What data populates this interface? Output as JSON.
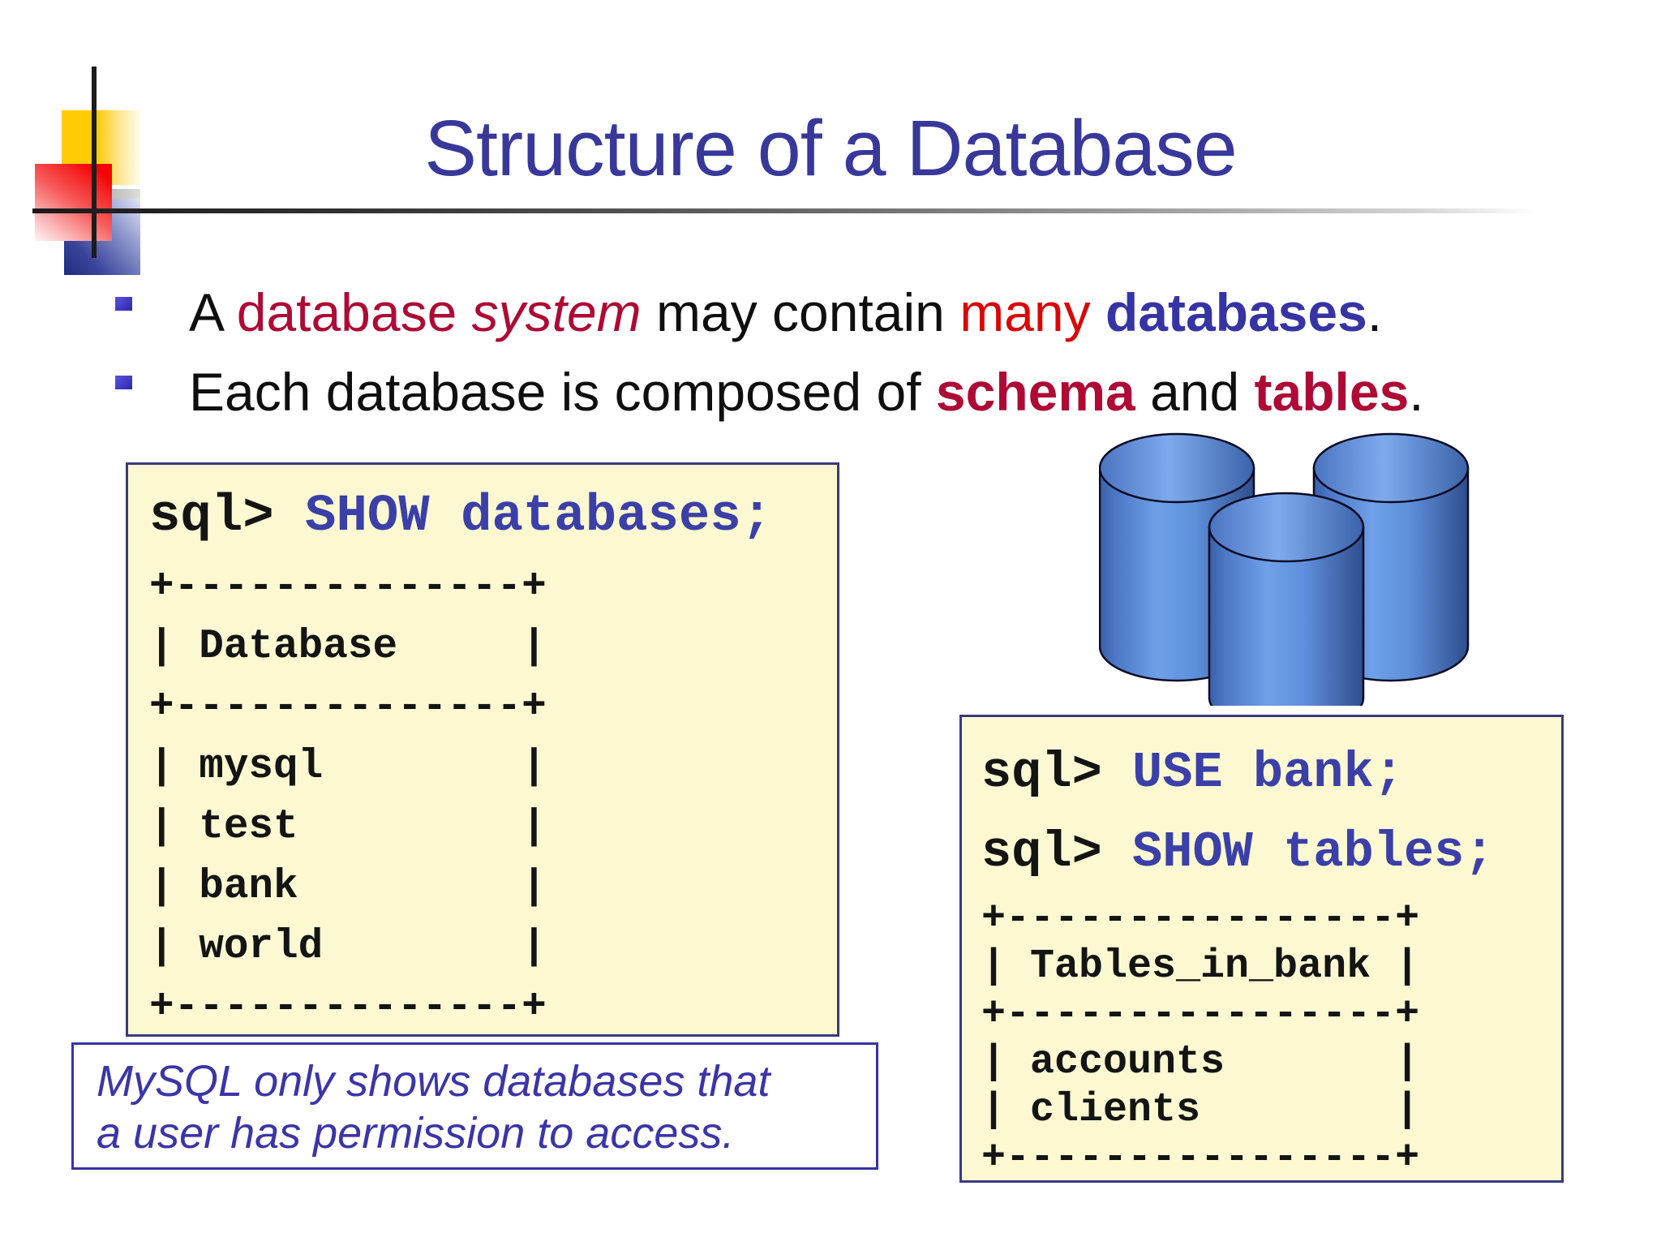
{
  "slide": {
    "title": "Structure of a Database"
  },
  "bullets": [
    {
      "parts": [
        "A ",
        "database ",
        "system",
        " may contain ",
        "many ",
        "databases",
        "."
      ]
    },
    {
      "parts": [
        "Each database is composed of ",
        "schema",
        " and ",
        "tables",
        "."
      ]
    }
  ],
  "left_box": {
    "prompt": "sql>",
    "command": " SHOW databases;",
    "ascii": [
      "+--------------+",
      "| Database     |",
      "+--------------+",
      "| mysql        |",
      "| test         |",
      "| bank         |",
      "| world        |",
      "+--------------+"
    ]
  },
  "right_box": {
    "prompt1": "sql>",
    "command1": " USE bank;",
    "prompt2": "sql>",
    "command2": " SHOW tables;",
    "ascii": [
      "+----------------+",
      "| Tables_in_bank |",
      "+----------------+",
      "| accounts       |",
      "| clients        |",
      "+----------------+"
    ]
  },
  "note": {
    "line1": "MySQL only shows databases that",
    "line2": "a user has permission to access."
  },
  "icons": {
    "cylinders": "database-cylinders-icon"
  },
  "colors": {
    "title_blue": "#38389B",
    "code_blue": "#3B3FA8",
    "dark_red": "#AE0A35",
    "bright_red": "#D90707",
    "bold_blue": "#3634A4",
    "box_background": "#FCF9D2",
    "box_border": "#3A3A80",
    "cylinder_blue": "#4E7FD0"
  }
}
